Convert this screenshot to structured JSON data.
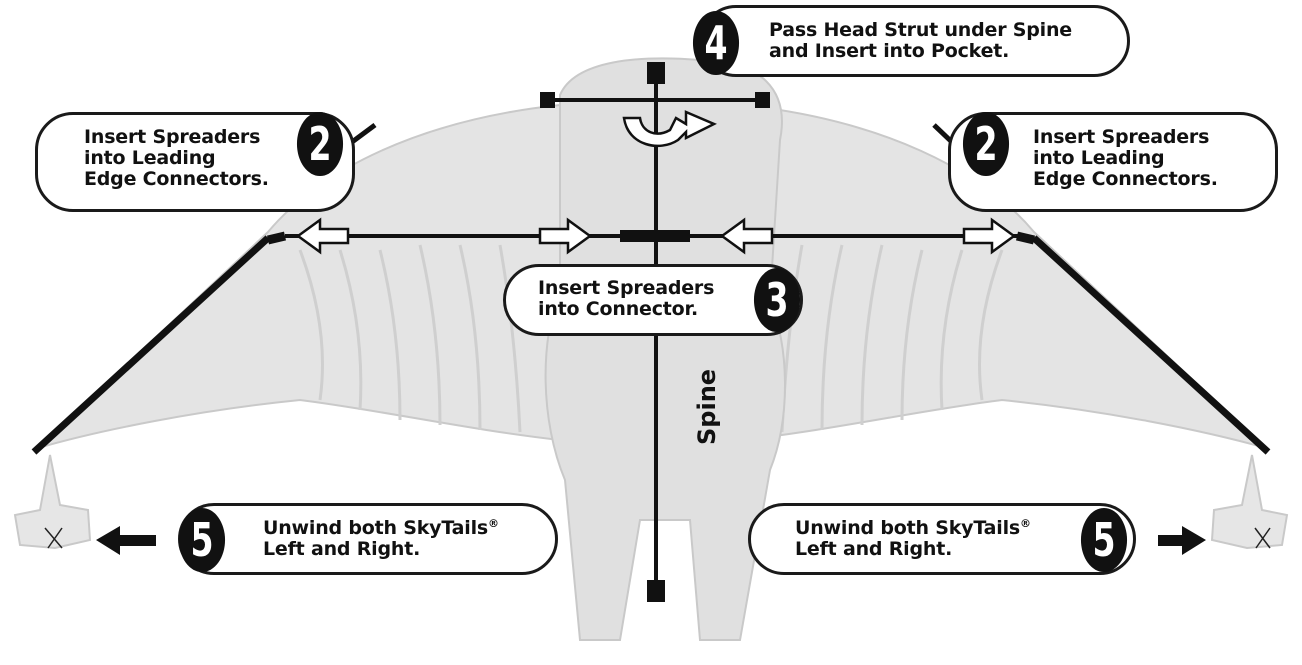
{
  "colors": {
    "frame": "#111111",
    "wing": "#d9d9d9",
    "callout_border": "#1a1a1a"
  },
  "icons": [
    "pegasus-kite-silhouette",
    "double-arrow-icon",
    "curved-arrow-icon",
    "left-arrow-icon",
    "right-arrow-icon",
    "tail-bow-icon"
  ],
  "steps": {
    "step4": {
      "number": "4",
      "text": "Pass Head Strut under Spine\nand Insert into Pocket."
    },
    "step2_left": {
      "number": "2",
      "text": "Insert Spreaders\ninto Leading\nEdge Connectors."
    },
    "step2_right": {
      "number": "2",
      "text": "Insert Spreaders\ninto Leading\nEdge Connectors."
    },
    "step3": {
      "number": "3",
      "text": "Insert Spreaders\ninto Connector."
    },
    "step5_left": {
      "number": "5",
      "line1": "Unwind both SkyTails",
      "mark": "®",
      "line2": "Left and Right."
    },
    "step5_right": {
      "number": "5",
      "line1": "Unwind both SkyTails",
      "mark": "®",
      "line2": "Left and Right."
    }
  },
  "labels": {
    "spine": "Spine"
  }
}
